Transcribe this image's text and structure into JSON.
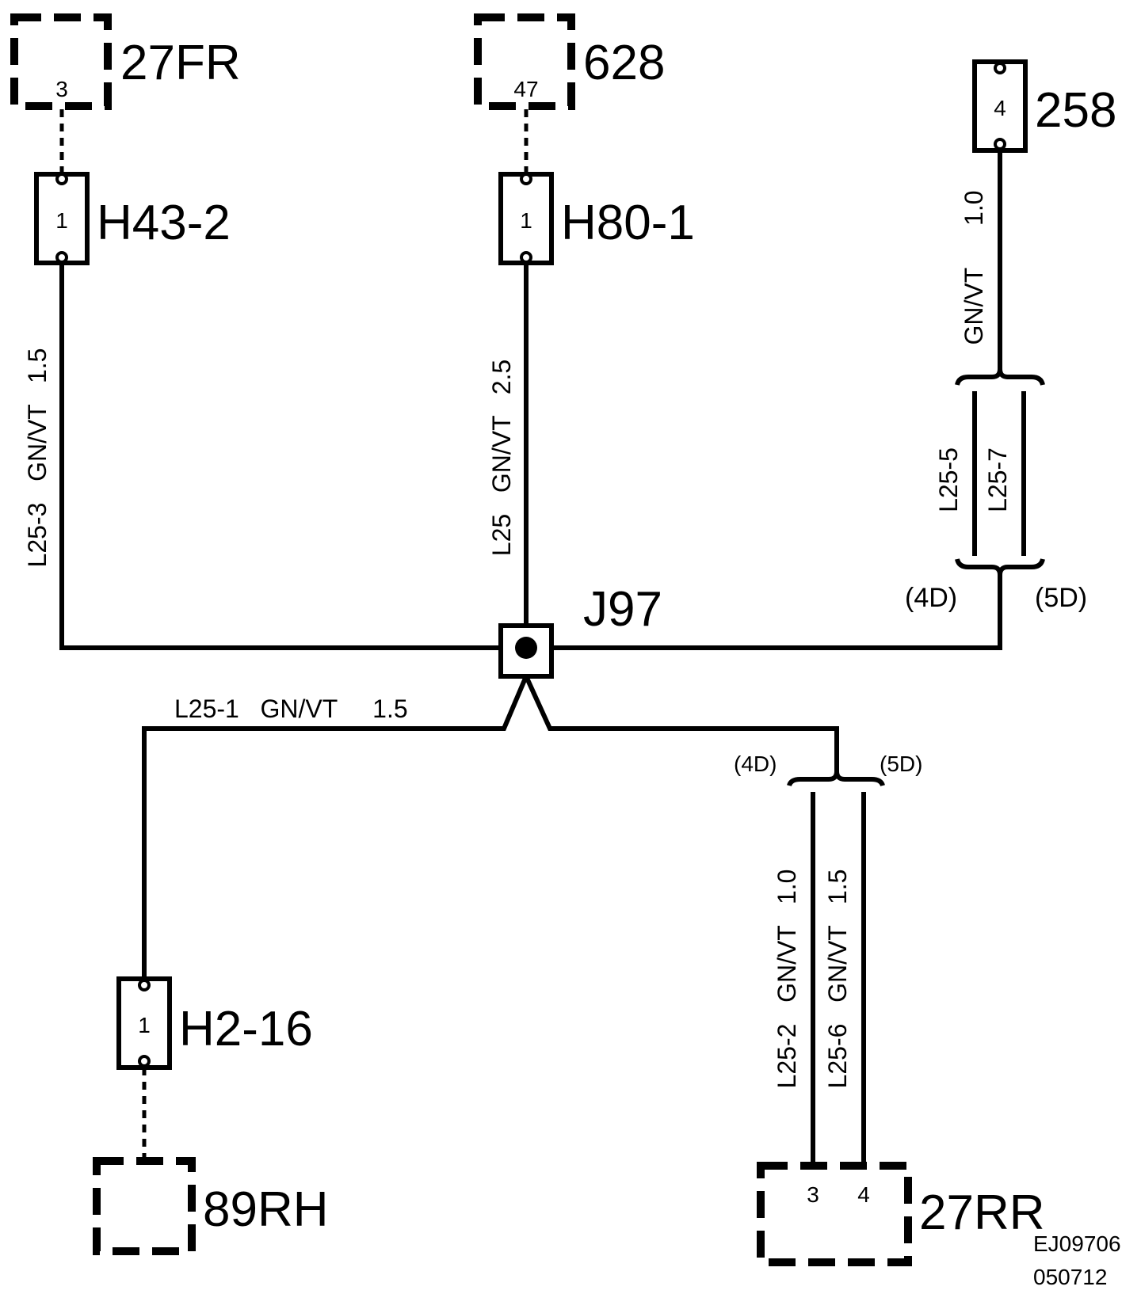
{
  "components": {
    "c27fr": {
      "label": "27FR",
      "pin": "3"
    },
    "c628": {
      "label": "628",
      "pin": "47"
    },
    "c258": {
      "label": "258",
      "pin": "4"
    },
    "h43": {
      "label": "H43-2",
      "pin": "1"
    },
    "h80": {
      "label": "H80-1",
      "pin": "1"
    },
    "h2": {
      "label": "H2-16",
      "pin": "1"
    },
    "j97": {
      "label": "J97"
    },
    "c89rh": {
      "label": "89RH"
    },
    "c27rr": {
      "label": "27RR",
      "pin_a": "3",
      "pin_b": "4"
    }
  },
  "wires": {
    "l25_3": {
      "circuit": "L25-3",
      "color": "GN/VT",
      "size": "1.5"
    },
    "l25": {
      "circuit": "L25",
      "color": "GN/VT",
      "size": "2.5"
    },
    "l25_258": {
      "color": "GN/VT",
      "size": "1.0"
    },
    "l25_5": {
      "circuit": "L25-5"
    },
    "l25_7": {
      "circuit": "L25-7"
    },
    "l25_1": {
      "circuit": "L25-1",
      "color": "GN/VT",
      "size": "1.5"
    },
    "l25_2": {
      "circuit": "L25-2",
      "color": "GN/VT",
      "size": "1.0"
    },
    "l25_6": {
      "circuit": "L25-6",
      "color": "GN/VT",
      "size": "1.5"
    }
  },
  "variants": {
    "right_4d": "(4D)",
    "right_5d": "(5D)",
    "rr_4d": "(4D)",
    "rr_5d": "(5D)"
  },
  "reference": {
    "code": "EJ09706",
    "date": "050712"
  }
}
